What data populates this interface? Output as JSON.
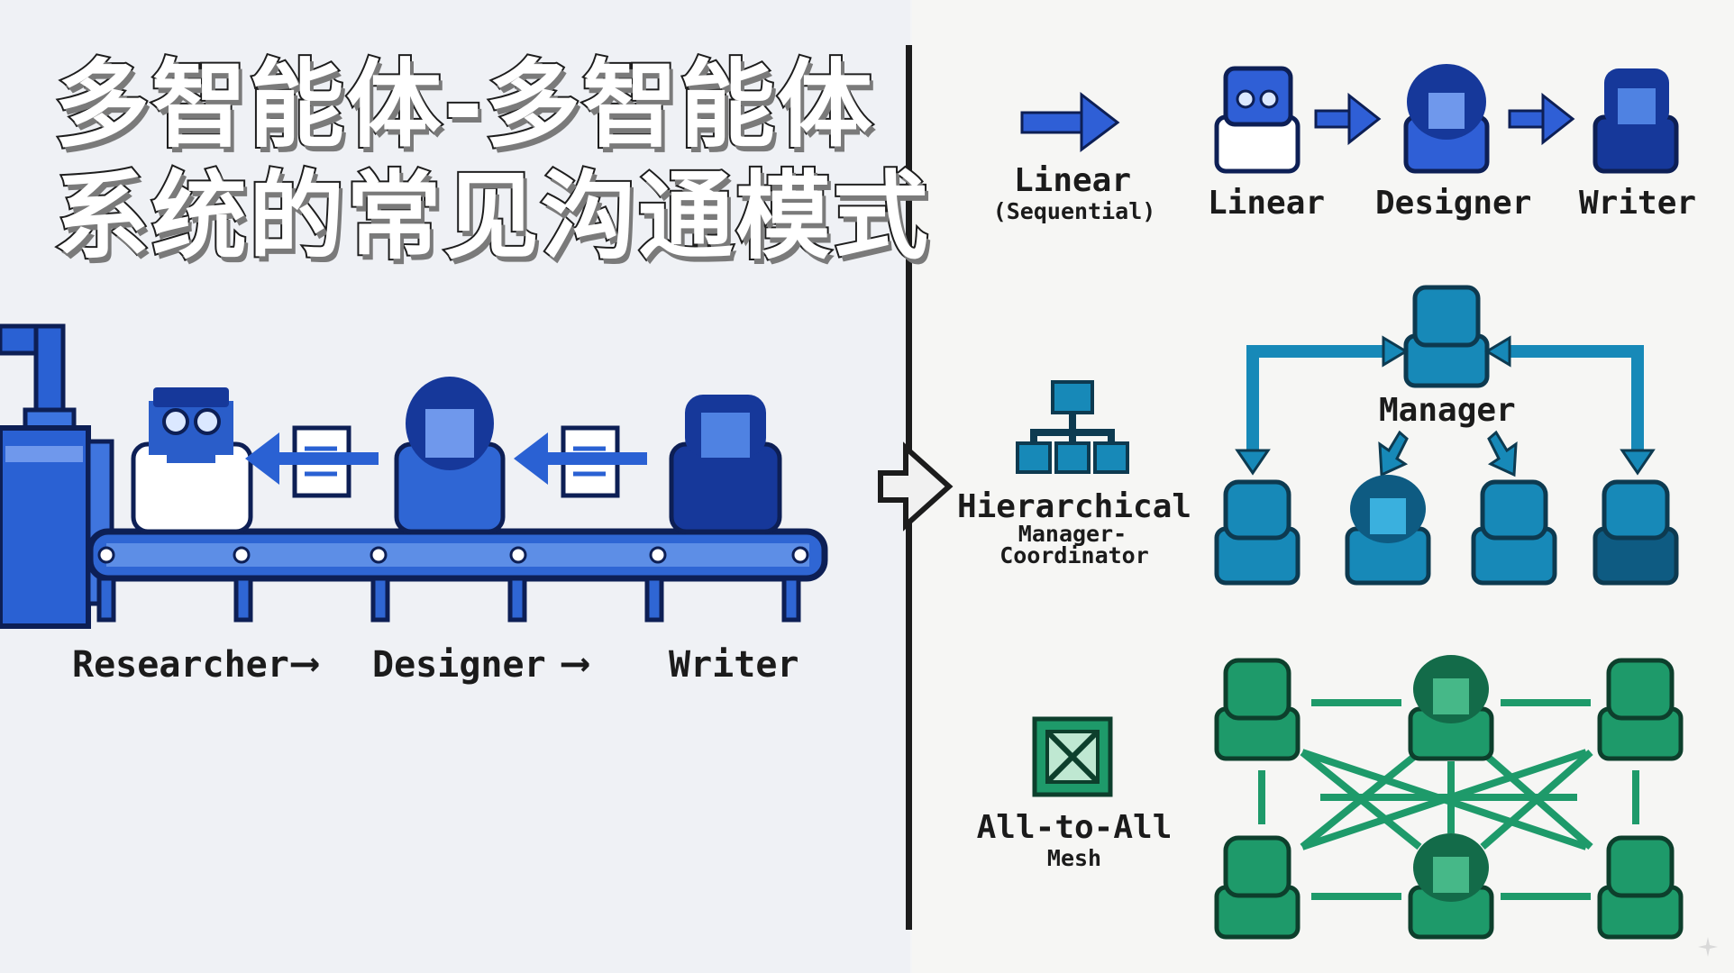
{
  "title": {
    "line1": "多智能体-多智能体",
    "line2": "系统的常见沟通模式"
  },
  "pipeline": {
    "labels": [
      "Researcher",
      "Designer",
      "Writer"
    ]
  },
  "linear": {
    "icon_label": "Linear",
    "icon_sub": "(Sequential)",
    "flow_labels": [
      "Linear",
      "Designer",
      "Writer"
    ]
  },
  "hierarchical": {
    "icon_label": "Hierarchical",
    "icon_sub_1": "Manager-",
    "icon_sub_2": "Coordinator",
    "manager_label": "Manager"
  },
  "mesh": {
    "icon_label": "All-to-All",
    "icon_sub": "Mesh"
  },
  "colors": {
    "linear_blue": "#2f5fd6",
    "hier_teal": "#1789b8",
    "mesh_green": "#1e9a6a",
    "factory_blue": "#2a61d3"
  },
  "icons": [
    "pipe-icon",
    "document-icon",
    "arrow-icon",
    "org-chart-icon",
    "mesh-box-icon",
    "sparkle-icon"
  ]
}
